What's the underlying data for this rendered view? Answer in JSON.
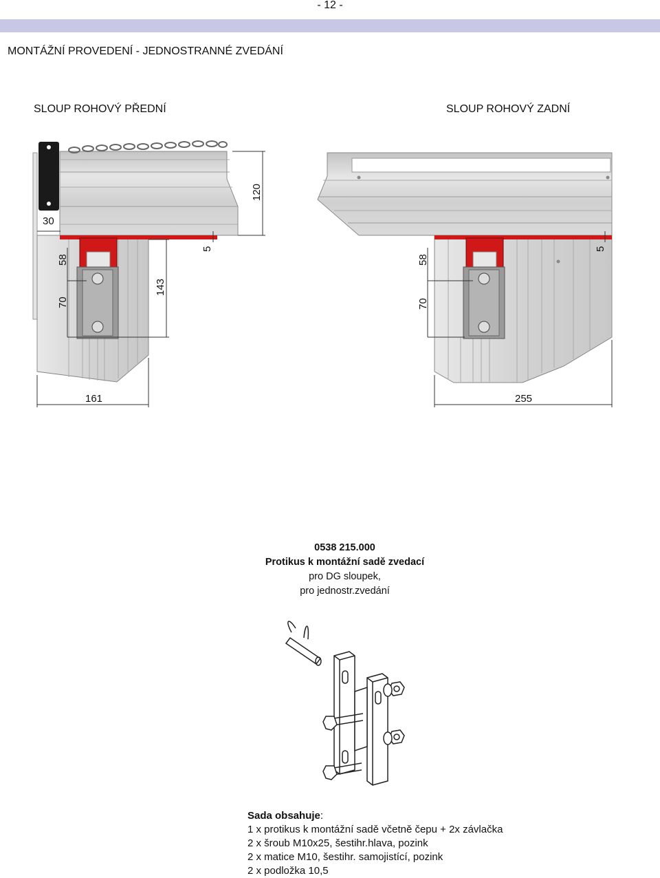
{
  "page": {
    "number": "- 12 -",
    "section_title": "MONTÁŽNÍ PROVEDENÍ - JEDNOSTRANNÉ ZVEDÁNÍ"
  },
  "left_view": {
    "title": "SLOUP ROHOVÝ PŘEDNÍ",
    "dims": {
      "d30": "30",
      "d120": "120",
      "d5": "5",
      "d58": "58",
      "d70": "70",
      "d143": "143",
      "d161": "161"
    }
  },
  "right_view": {
    "title": "SLOUP ROHOVÝ ZADNÍ",
    "dims": {
      "d5": "5",
      "d58": "58",
      "d70": "70",
      "d255": "255"
    }
  },
  "part": {
    "number": "0538 215.000",
    "name": "Protikus k montážní sadě zvedací",
    "desc1": "pro DG sloupek,",
    "desc2": "pro jednostr.zvedání"
  },
  "contents": {
    "label": "Sada obsahuje",
    "colon": ":",
    "items": [
      "1 x protikus k montážní sadě včetně čepu + 2x závlačka",
      "2 x šroub M10x25, šestihr.hlava, pozink",
      "2 x matice M10, šestihr. samojistící, pozink",
      "2 x podložka 10,5"
    ]
  },
  "colors": {
    "band": "#c8c8e6",
    "bracket_red": "#d01818",
    "profile_gray": "#d8d8d8"
  }
}
